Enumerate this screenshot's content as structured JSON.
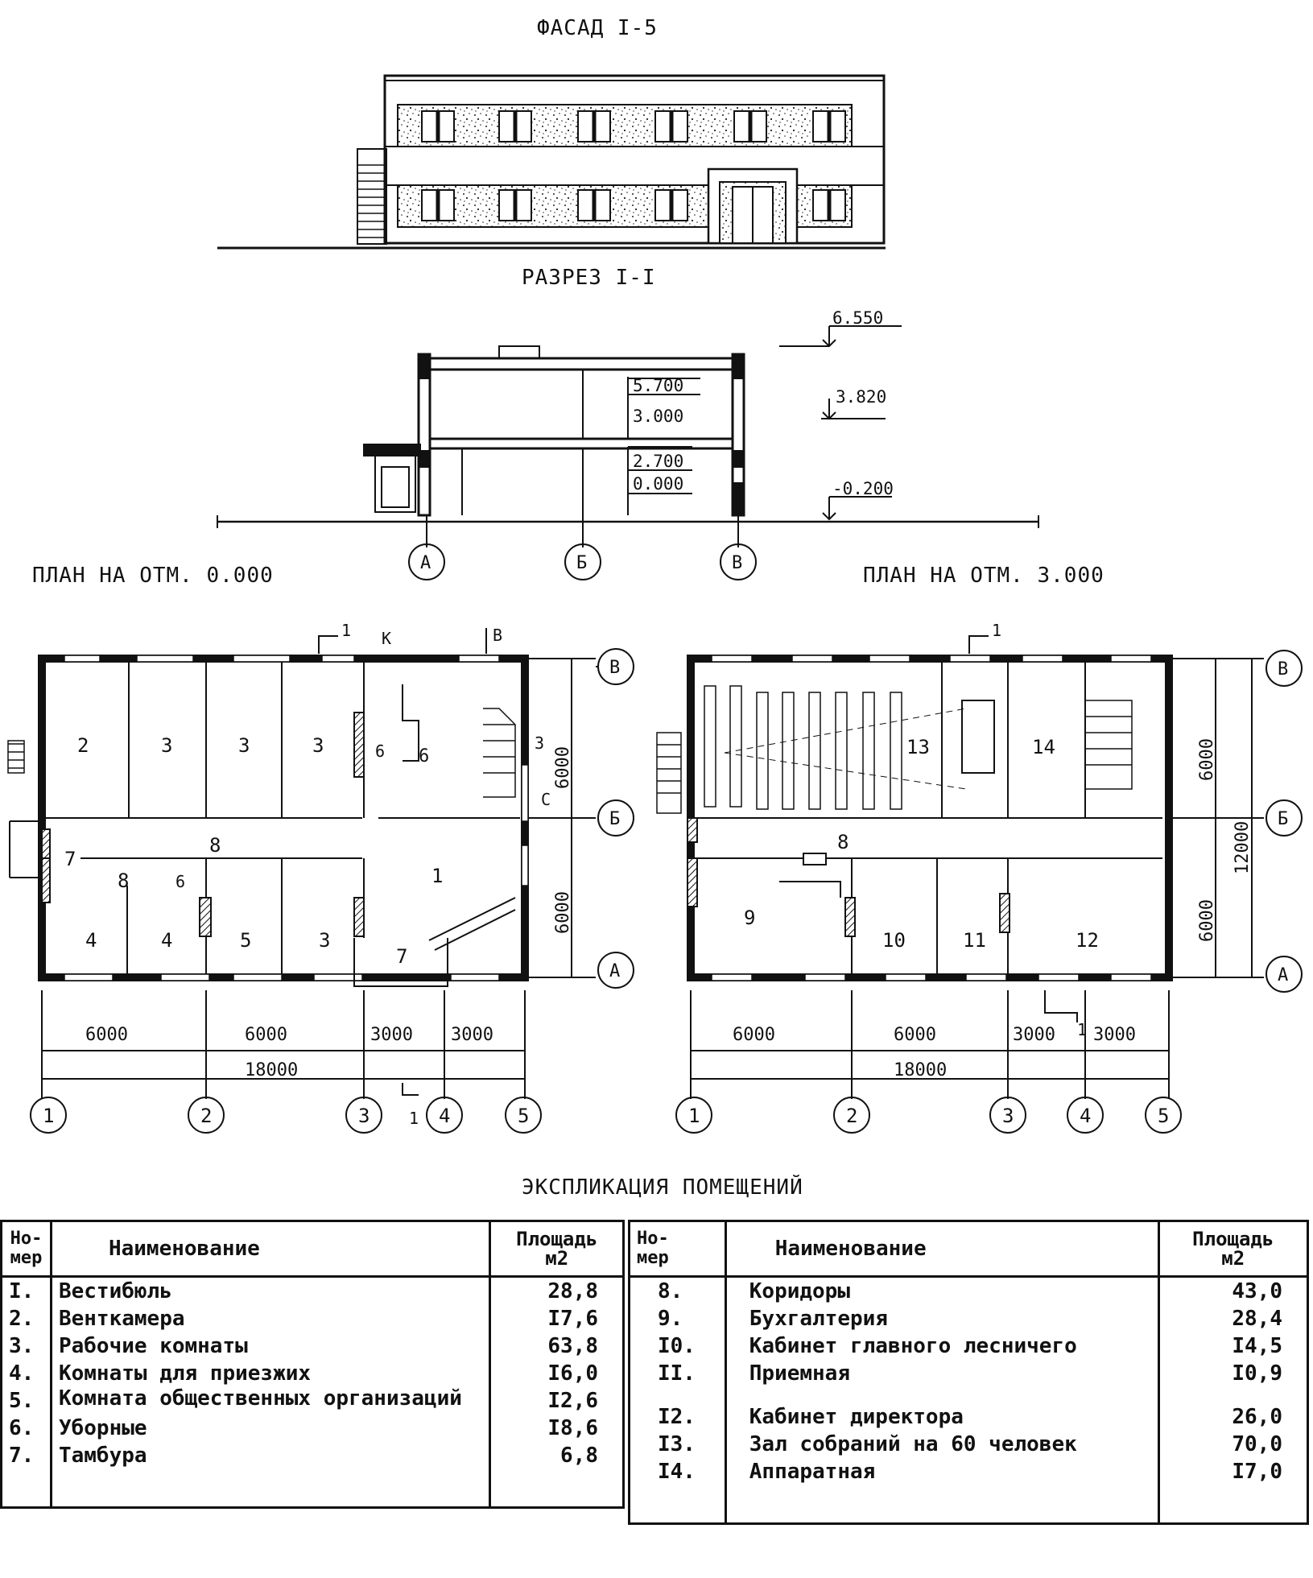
{
  "titles": {
    "facade": "ФАСАД I-5",
    "section": "РАЗРЕЗ I-I",
    "plan_ground": "ПЛАН НА ОТМ. 0.000",
    "plan_upper": "ПЛАН НА ОТМ. 3.000",
    "schedule": "ЭКСПЛИКАЦИЯ ПОМЕЩЕНИЙ"
  },
  "section": {
    "elevations": [
      "6.550",
      "5.700",
      "3.000",
      "3.820",
      "2.700",
      "0.000",
      "-0.200"
    ],
    "axes": [
      "А",
      "Б",
      "В"
    ]
  },
  "plan_ground": {
    "rooms": [
      "2",
      "3",
      "3",
      "3",
      "6",
      "6",
      "7",
      "8",
      "8",
      "6",
      "1",
      "4",
      "4",
      "5",
      "3",
      "7"
    ],
    "dims": [
      "6000",
      "6000",
      "3000",
      "3000",
      "18000",
      "6000",
      "6000"
    ],
    "marks": [
      "1",
      "К",
      "В",
      "З",
      "С",
      "1"
    ],
    "axes_h": [
      "1",
      "2",
      "3",
      "4",
      "5"
    ],
    "axes_v": [
      "В",
      "Б",
      "А"
    ]
  },
  "plan_upper": {
    "rooms": [
      "13",
      "14",
      "8",
      "9",
      "10",
      "11",
      "12"
    ],
    "dims": [
      "6000",
      "6000",
      "3000",
      "3000",
      "18000",
      "6000",
      "6000",
      "12000"
    ],
    "marks": [
      "1",
      "1"
    ],
    "axes_h": [
      "1",
      "2",
      "3",
      "4",
      "5"
    ],
    "axes_v": [
      "В",
      "Б",
      "А"
    ]
  },
  "schedule": {
    "headers": {
      "num": "Но-\nмер",
      "name": "Наименование",
      "area": "Площадь\nм2"
    },
    "left": [
      {
        "num": "I.",
        "name": "Вестибюль",
        "area": "28,8"
      },
      {
        "num": "2.",
        "name": "Венткамера",
        "area": "I7,6"
      },
      {
        "num": "3.",
        "name": "Рабочие комнаты",
        "area": "63,8"
      },
      {
        "num": "4.",
        "name": "Комнаты для приезжих",
        "area": "I6,0"
      },
      {
        "num": "5.",
        "name": "Комната общественных организаций",
        "area": "I2,6"
      },
      {
        "num": "6.",
        "name": "Уборные",
        "area": "I8,6"
      },
      {
        "num": "7.",
        "name": "Тамбура",
        "area": "6,8"
      }
    ],
    "right": [
      {
        "num": "8.",
        "name": "Коридоры",
        "area": "43,0"
      },
      {
        "num": "9.",
        "name": "Бухгалтерия",
        "area": "28,4"
      },
      {
        "num": "I0.",
        "name": "Кабинет главного лесничего",
        "area": "I4,5"
      },
      {
        "num": "II.",
        "name": "Приемная",
        "area": "I0,9"
      },
      {
        "num": "I2.",
        "name": "Кабинет директора",
        "area": "26,0"
      },
      {
        "num": "I3.",
        "name": "Зал собраний на 60 человек",
        "area": "70,0"
      },
      {
        "num": "I4.",
        "name": "Аппаратная",
        "area": "I7,0"
      }
    ]
  }
}
